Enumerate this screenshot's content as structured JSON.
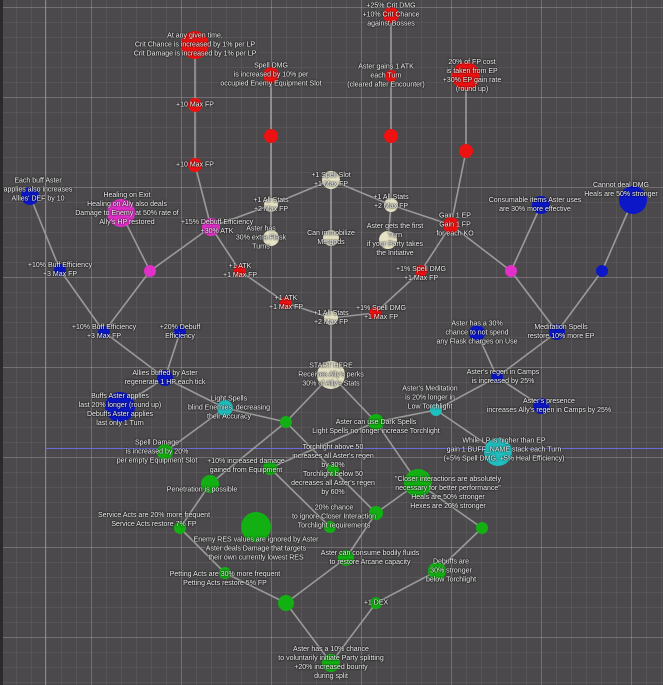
{
  "colors": {
    "red": "#ee1111",
    "beige": "#e6e2c4",
    "magenta": "#e030c8",
    "blue": "#0c18c8",
    "cyan": "#1fc0c0",
    "green": "#12b012",
    "edge": "#9a9a9a"
  },
  "nodes": {
    "R1": [
      "At any given time,",
      "Crit Chance is increased by 1% per LP",
      "Crit Damage is increased by 1% per LP"
    ],
    "R2": [
      "+10 Max FP"
    ],
    "R3": [
      "+10 Max FP"
    ],
    "R4": [
      "Spell DMG",
      "is increased by 10% per",
      "occupied Enemy Equipment Slot"
    ],
    "R6": [
      "+25% Crit DMG",
      "+10% Crit Chance",
      "against Bosses"
    ],
    "R7": [
      "Aster gains 1 ATK",
      "each Turn",
      "(cleared after Encounter)"
    ],
    "R9": [
      "20% of FP cost",
      "is taken from EP",
      "+30% EP gain rate",
      "(round up)"
    ],
    "R11": [
      "Gain 1 EP",
      "Gain 1 FP",
      "for each KO"
    ],
    "R12": [
      "+1 ATK",
      "+1 Max FP"
    ],
    "R13": [
      "+1 ATK",
      "+1 Max FP"
    ],
    "R14": [
      "+1% Spell DMG",
      "+1 Max FP"
    ],
    "R15": [
      "+1% Spell DMG",
      "+1 Max FP"
    ],
    "B1": [
      "+1 Spell Slot",
      "+1 Max FP"
    ],
    "B2": [
      "+1 All Stats",
      "+2 Max FP"
    ],
    "B3": [
      "+1 All Stats",
      "+2 Max FP"
    ],
    "B4": [
      "Aster has",
      "30% extra Flask Turns"
    ],
    "B5": [
      "Can immobilize",
      "Mergods"
    ],
    "B6": [
      "Aster gets the first Turn",
      "if your Party takes",
      "the Initiative"
    ],
    "B7": [
      "+1 All Stats",
      "+2 Max FP"
    ],
    "B8": [
      "START HERE",
      "Receives Ally's perks",
      "30% of Ally's Stats"
    ],
    "M1": [
      "+15% Debuff Efficiency",
      "+30% ATK"
    ],
    "M2": [
      "Healing on Exit",
      "Healing on Ally also deals",
      "Damage to Enemy at 50% rate of",
      "Ally's HP restored"
    ],
    "U1": [
      "Each buff Aster",
      "applies also increases",
      "Allies' DEF by 10"
    ],
    "U2": [
      "+10% Buff Efficiency",
      "+3 Max FP"
    ],
    "U3": [
      "+10% Buff Efficiency",
      "+3 Max FP"
    ],
    "U4": [
      "+20% Debuff",
      "Efficiency"
    ],
    "U5": [
      "Allies buffed by Aster",
      "regenerate 1 HP each tick"
    ],
    "U6": [
      "Buffs Aster applies",
      "last 20% longer (round up)",
      "Debuffs Aster applies",
      "last only 1 Turn"
    ],
    "U7": [
      "Consumable items Aster uses",
      "are 30% more effective"
    ],
    "U8": [
      "Cannot deal DMG",
      "Heals are 50% stronger"
    ],
    "U10": [
      "Aster has a 30%",
      "chance to not spend",
      "any Flask charges on Use"
    ],
    "U11": [
      "Meditation Spells",
      "restore 10% more EP"
    ],
    "U12": [
      "Aster's regen in Camps",
      "is increased by 25%"
    ],
    "U13": [
      "Aster's presence",
      "increases Ally's regen in Camps by 25%"
    ],
    "C1": [
      "Light Spells",
      "blind Enemies, decreasing",
      "their Accuracy"
    ],
    "C2": [
      "Aster's Meditation",
      "is 20% longer in",
      "Low Torchlight"
    ],
    "C3": [
      "While LP is higher than EP",
      "gain 1 BUFF_NAME stack each Turn",
      "(+5% Spell DMG, +5% Heal Efficiency)"
    ],
    "G2": [
      "Aster can use Dark Spells",
      "Light Spells no longer increase Torchlight"
    ],
    "G3": [
      "Spell Damage",
      "is increased by 20%",
      "per empty Equipment Slot"
    ],
    "G4": [
      "+10% increased damage",
      "gained from Equipment"
    ],
    "G5": [
      "Torchlight above 50",
      "increases all Aster's regen by 30%",
      "Torchlight below 50",
      "decreases all Aster's regen by 60%"
    ],
    "G6": [
      "Penetration is possible"
    ],
    "G7": [
      "\"Closer interactions are absolutely",
      "necessary for better performance\"",
      "Heals are 50% stronger",
      "Hexes are 20% stronger"
    ],
    "G9": [
      "Enemy RES values are ignored by Aster",
      "Aster deals Damage that targets",
      "their own currently lowest RES"
    ],
    "G10": [
      "20% chance",
      "to ignore Closer Interaction",
      "Torchlight requirements"
    ],
    "G11": [
      "Service Acts are 20% more frequent",
      "Service Acts restore 7% FP"
    ],
    "G13": [
      "Aster can consume bodily fluids",
      "to restore Arcane capacity"
    ],
    "G14": [
      "Petting Acts are 30% more frequent",
      "Petting Acts restore 5% FP"
    ],
    "G15": [
      "Debuffs are",
      "30% stronger",
      "below Torchlight"
    ],
    "G17": [
      "+1 DEX"
    ],
    "G18": [
      "Aster has a 10% chance",
      "to voluntarily initiate Party splitting",
      "+20% increased bounty",
      "during split"
    ]
  }
}
